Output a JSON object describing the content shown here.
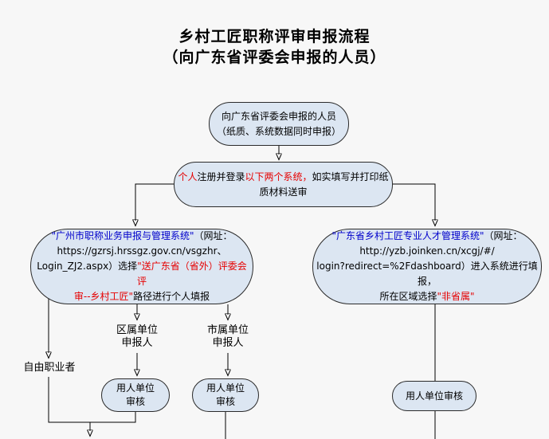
{
  "palette": {
    "background": "#f7f7f7",
    "node_fill": "#dce6f2",
    "node_border": "#2b2b2b",
    "text_black": "#000000",
    "text_red": "#e60000",
    "text_blue": "#0000cc"
  },
  "title": {
    "line1": "乡村工匠职称评审申报流程",
    "line2": "（向广东省评委会申报的人员）"
  },
  "nodes": {
    "applicants": {
      "text": "向广东省评委会申报的人员\n（纸质、系统数据同时申报）"
    },
    "register": {
      "segments": [
        {
          "color": "red",
          "text": "个人"
        },
        {
          "color": "black",
          "text": "注册并登录"
        },
        {
          "color": "red",
          "text": "以下两个系统，"
        },
        {
          "color": "black",
          "text": "如实填写并打印纸\n质材料送审"
        }
      ]
    },
    "guangzhou_system": {
      "segments": [
        {
          "color": "blue",
          "text": "\"广州市职称业务申报与管理系统\""
        },
        {
          "color": "black",
          "text": "（网址：\nhttps://gzrsj.hrssgz.gov.cn/vsgzhr、\nLogin_ZJ2.aspx）选择"
        },
        {
          "color": "red",
          "text": "\"送广东省（省外）评委会评\n审--乡村工匠\""
        },
        {
          "color": "black",
          "text": "路径进行个人填报"
        }
      ]
    },
    "guangdong_system": {
      "segments": [
        {
          "color": "blue",
          "text": "\"广东省乡村工匠专业人才管理系统\""
        },
        {
          "color": "black",
          "text": "（网址：\nhttp://yzb.joinken.cn/xcgj/#/\nlogin?redirect=%2Fdashboard）进入系统进行填报，\n所在区域选择"
        },
        {
          "color": "red",
          "text": "\"非省属\""
        }
      ]
    },
    "employer_review_district": {
      "text": "用人单位\n审核"
    },
    "employer_review_city": {
      "text": "用人单位\n审核"
    },
    "employer_review_province": {
      "text": "用人单位审核"
    }
  },
  "labels": {
    "freelancer": "自由职业者",
    "district_applicant": "区属单位\n申报人",
    "city_applicant": "市属单位\n申报人"
  }
}
